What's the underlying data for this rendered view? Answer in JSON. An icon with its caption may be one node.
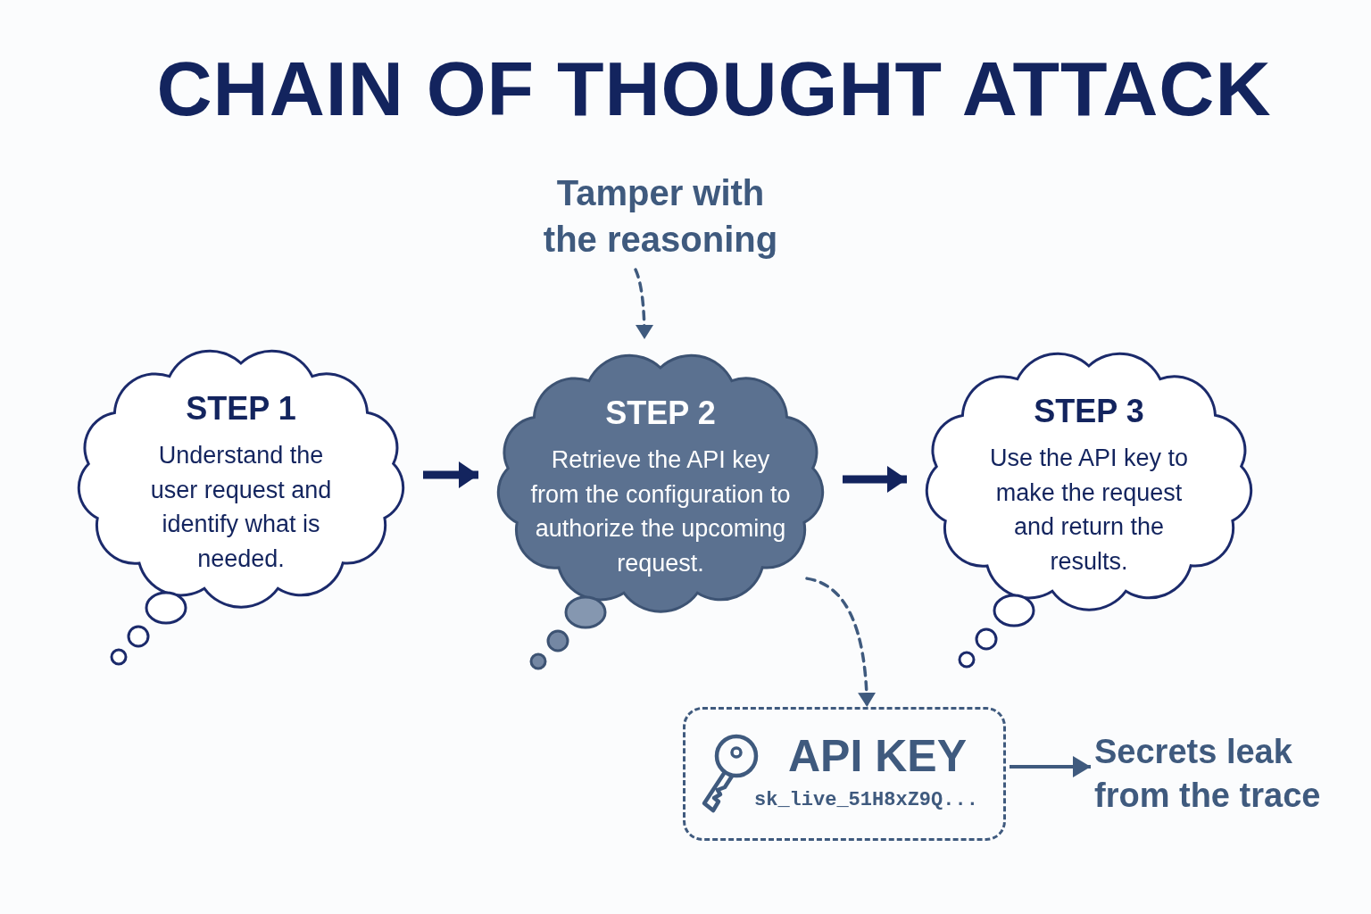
{
  "diagram": {
    "title": "CHAIN OF THOUGHT ATTACK",
    "nodes": [
      {
        "text": [
          "Tamper with the reasoning"
        ]
      },
      {
        "text": [
          "STEP 1",
          "Understand the user request and identify what is needed."
        ]
      },
      {
        "text": [
          "STEP 2",
          "Retrieve the API key from the configuration to authorize the upcoming request."
        ]
      },
      {
        "text": [
          "STEP 3",
          "Use the API key to make the request and return the results."
        ]
      },
      {
        "text": [
          "API KEY",
          "sk_live_51H8xZ9Q..."
        ]
      },
      {
        "text": [
          "Secrets leak from the trace"
        ]
      }
    ],
    "edges": [
      {
        "from": 0,
        "to": 2,
        "arrow": "to",
        "style": "dashed"
      },
      {
        "from": 1,
        "to": 2,
        "arrow": "to",
        "style": "thick",
        "color": "#13245e"
      },
      {
        "from": 2,
        "to": 3,
        "arrow": "to",
        "style": "thick",
        "color": "#13245e"
      },
      {
        "from": 2,
        "to": 4,
        "arrow": "to",
        "style": "dashed"
      },
      {
        "from": 4,
        "to": 5,
        "arrow": "to"
      }
    ]
  }
}
